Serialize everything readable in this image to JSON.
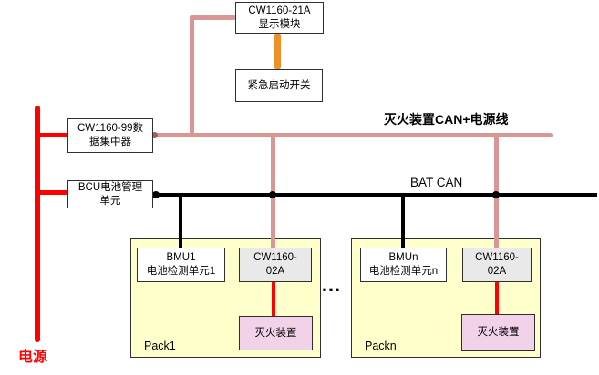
{
  "diagram": {
    "colors": {
      "power_red": "#FF0000",
      "can_power_line": "#D99694",
      "switch_link": "#EF8F25",
      "bus_black": "#000000",
      "pack_fill": "#FFFFCC",
      "module_fill": "#E9E9E9",
      "extinguisher_fill": "#F2D2E9"
    },
    "nodes": {
      "display_module": {
        "line1": "CW1160-21A",
        "line2": "显示模块"
      },
      "emergency_switch": {
        "label": "紧急启动开关"
      },
      "data_concentrator": {
        "line1": "CW1160-99数",
        "line2": "据集中器"
      },
      "bcu": {
        "line1": "BCU电池管理",
        "line2": "单元"
      },
      "pack1": {
        "label": "Pack1",
        "bmu_line1": "BMU1",
        "bmu_line2": "电池检测单元1",
        "module_line1": "CW1160-",
        "module_line2": "02A",
        "extinguisher": "灭火装置"
      },
      "packn": {
        "label": "Packn",
        "bmu_line1": "BMUn",
        "bmu_line2": "电池检测单元n",
        "module_line1": "CW1160-",
        "module_line2": "02A",
        "extinguisher": "灭火装置"
      }
    },
    "labels": {
      "fire_can_power_line": "灭火装置CAN+电源线",
      "bat_can": "BAT CAN",
      "power": "电源",
      "ellipsis": "…"
    }
  }
}
